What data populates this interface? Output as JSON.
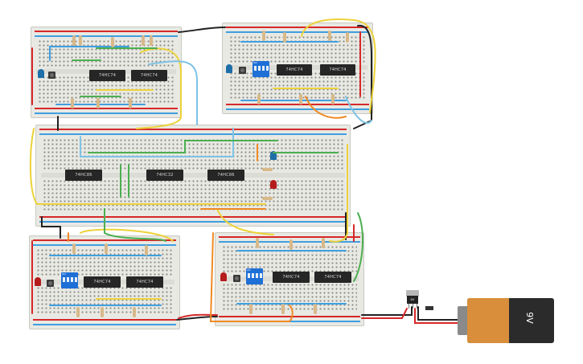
{
  "circuit": {
    "chips": {
      "top_left_a": "74HC74",
      "top_left_b": "74HC74",
      "top_right_a": "74HC74",
      "top_right_b": "74HC74",
      "middle_a": "74HC86",
      "middle_b": "74HC32",
      "middle_c": "74HC86",
      "bottom_left_a": "74HC74",
      "bottom_left_b": "74HC74",
      "bottom_right_a": "74HC74",
      "bottom_right_b": "74HC74"
    },
    "dip_switch": {
      "label": "ON",
      "numbers": "1 2 3 4"
    },
    "regulator_label": "5V",
    "battery_label": "9V",
    "colors": {
      "board": "#e9e9e4",
      "wire_red": "#d62828",
      "wire_black": "#222222",
      "wire_yellow": "#ecd23a",
      "wire_blue": "#3f9fe0",
      "wire_green": "#4caf50",
      "wire_orange": "#f08a24",
      "wire_lightblue": "#7ec3e6",
      "led_blue": "#1e6fa8",
      "led_red": "#b51c1c",
      "dip_blue": "#1e6fd6",
      "battery_copper": "#d98e3b"
    }
  }
}
